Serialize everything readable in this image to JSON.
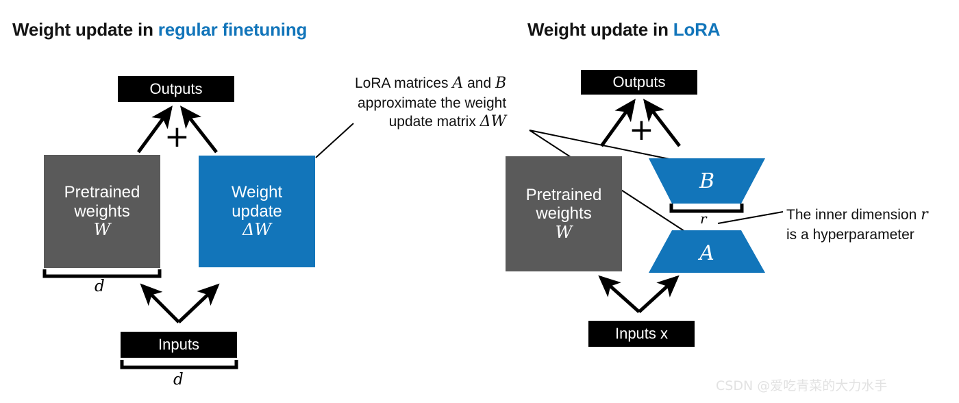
{
  "titles": {
    "left_prefix": "Weight update in ",
    "left_accent": "regular finetuning",
    "right_prefix": "Weight update in ",
    "right_accent": "LoRA"
  },
  "colors": {
    "accent_blue": "#1275ba",
    "gray_block": "#5a5a5a",
    "black_block": "#000000",
    "text_black": "#141414",
    "watermark": "#e2e2e2"
  },
  "left_panel": {
    "outputs_label": "Outputs",
    "pretrained_line1": "Pretrained",
    "pretrained_line2": "weights",
    "pretrained_symbol": "W",
    "weight_update_line1": "Weight",
    "weight_update_line2": "update",
    "weight_update_symbol": "ΔW",
    "inputs_label": "Inputs",
    "plus_sign": "+",
    "dim_weights": "d",
    "dim_inputs": "d"
  },
  "right_panel": {
    "outputs_label": "Outputs",
    "pretrained_line1": "Pretrained",
    "pretrained_line2": "weights",
    "pretrained_symbol": "W",
    "matrix_b_label": "B",
    "matrix_a_label": "A",
    "inputs_label": "Inputs x",
    "plus_sign": "+",
    "dim_r": "r"
  },
  "annotations": {
    "lora_line1_a": "LoRA matrices ",
    "lora_line1_b": "A",
    "lora_line1_c": " and ",
    "lora_line1_d": "B",
    "lora_line2": "approximate the weight",
    "lora_line3_a": "update matrix ",
    "lora_line3_b": "ΔW",
    "r_line1_a": "The inner dimension ",
    "r_line1_b": "r",
    "r_line2": "is a hyperparameter"
  },
  "watermark": {
    "text": "CSDN @爱吃青菜的大力水手"
  }
}
